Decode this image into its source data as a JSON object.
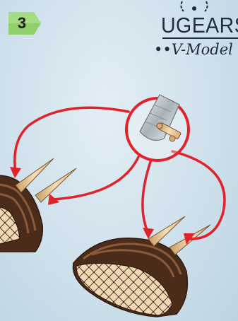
{
  "step": {
    "number": "3"
  },
  "brand": {
    "name": "UGEARS",
    "subtitle": "••V-Model"
  },
  "colors": {
    "background": "#cfe1ec",
    "step_badge": "#8fd06b",
    "arrow": "#e0232a",
    "wood_dark": "#5a3520",
    "wood_light": "#e8c79b",
    "brand_text": "#1f2a44"
  },
  "icons": {
    "logo": "ugears-logo-mark",
    "blade": "utility-knife-blade-icon",
    "arrows": "curved-arrow-icon"
  }
}
